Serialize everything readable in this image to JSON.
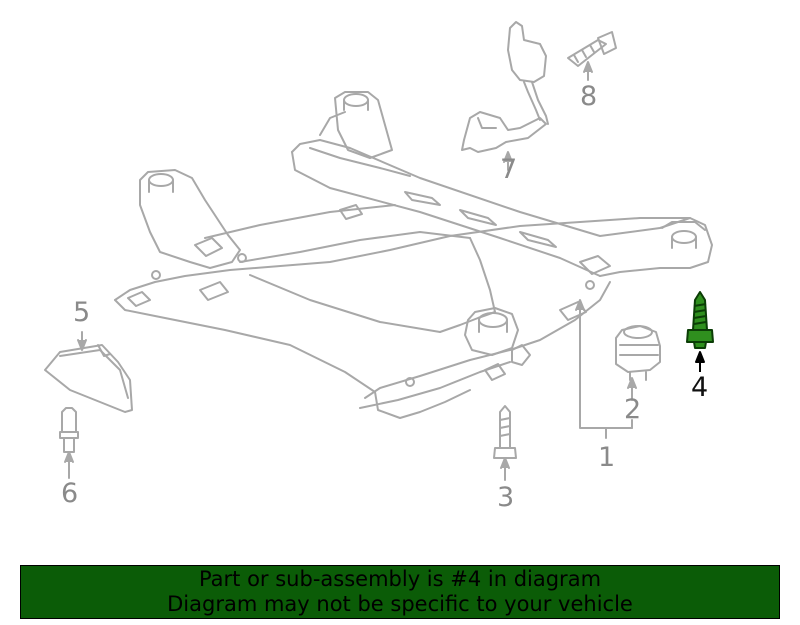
{
  "callouts": {
    "c1": "1",
    "c2": "2",
    "c3": "3",
    "c4": "4",
    "c5": "5",
    "c6": "6",
    "c7": "7",
    "c8": "8"
  },
  "highlight_part": "4",
  "colors": {
    "line": "#a8a8a8",
    "highlight_fill": "#2f8f1e",
    "highlight_outline": "#0b3d06",
    "banner_bg": "#0b5c07",
    "callout_text": "#8a8a8a",
    "highlight_text": "#111111"
  },
  "banner": {
    "line1": "Part or sub-assembly is #4 in diagram",
    "line2": "Diagram may not be specific to your vehicle"
  }
}
